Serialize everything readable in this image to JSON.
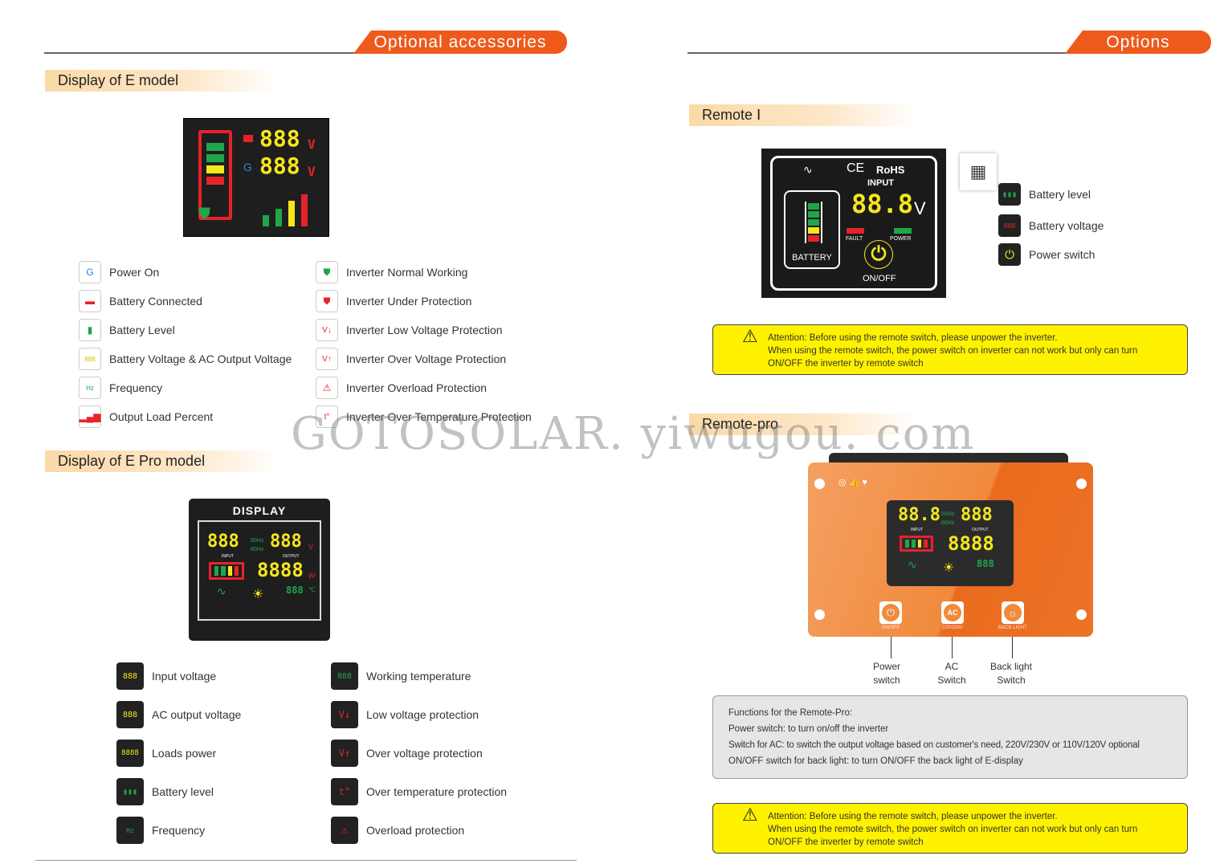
{
  "left": {
    "header": "Optional accessories",
    "e_model": {
      "title": "Display of E model",
      "d1": "888",
      "d2": "888",
      "unit": "V"
    },
    "e_legend_left": [
      "Power On",
      "Battery Connected",
      "Battery Level",
      "Battery Voltage & AC Output Voltage",
      "Frequency",
      "Output Load Percent"
    ],
    "e_legend_right": [
      "Inverter Normal Working",
      "Inverter Under Protection",
      "Inverter Low Voltage Protection",
      "Inverter Over Voltage Protection",
      "Inverter Overload Protection",
      "Inverter Over Temperature Protection"
    ],
    "e_pro": {
      "title": "Display of E Pro model",
      "display_label": "DISPLAY",
      "in": "888",
      "hz50": "50Hz",
      "hz60": "60Hz",
      "out": "888",
      "v": "V",
      "input": "INPUT",
      "output": "OUTPUT",
      "load": "8888",
      "w": "W",
      "temp": "888",
      "c": "℃"
    },
    "pro_legend_left": [
      "Input voltage",
      "AC output voltage",
      "Loads power",
      "Battery level",
      "Frequency"
    ],
    "pro_legend_right": [
      "Working temperature",
      "Low voltage protection",
      "Over voltage protection",
      "Over temperature protection",
      "Overload protection"
    ]
  },
  "right": {
    "header": "Options",
    "remote1": {
      "title": "Remote Ⅰ",
      "ce": "CE",
      "rohs": "RoHS",
      "input": "INPUT",
      "value": "88.8",
      "unit": "V",
      "fault": "FAULT",
      "power": "POWER",
      "battery": "BATTERY",
      "onoff": "ON/OFF"
    },
    "remote1_legend": [
      "Battery level",
      "Battery voltage",
      "Power switch"
    ],
    "attention": [
      "Attention: Before using the remote switch, please unpower the inverter.",
      "When using the remote switch, the power switch on inverter can not work but only can turn",
      "ON/OFF the inverter by remote switch"
    ],
    "remote_pro": {
      "title": "Remote-pro",
      "btn1": "ON/OFF",
      "btn2": "220/230V",
      "btn2_glyph": "AC",
      "btn3": "BACK LIGHT",
      "in": "88.8",
      "out": "888",
      "hz50": "50Hz",
      "hz60": "60Hz",
      "load": "8888",
      "temp": "888",
      "input": "INPUT",
      "output": "OUTPUT"
    },
    "callouts": [
      [
        "Power",
        "switch"
      ],
      [
        "AC",
        "Switch"
      ],
      [
        "Back light",
        "Switch"
      ]
    ],
    "functions": [
      "Functions for the Remote-Pro:",
      "Power switch: to turn on/off the inverter",
      "Switch for AC: to switch the output voltage based on customer's need, 220V/230V or 110V/120V optional",
      "ON/OFF switch for back light: to turn ON/OFF the back light of E-display"
    ]
  },
  "watermark": "GOTOSOLAR. yiwugou. com",
  "colors": {
    "accent": "#ee5a1c",
    "warning": "#fff200",
    "lcd_yellow": "#f5e71c",
    "lcd_red": "#e8222a",
    "lcd_green": "#1fa64a"
  }
}
